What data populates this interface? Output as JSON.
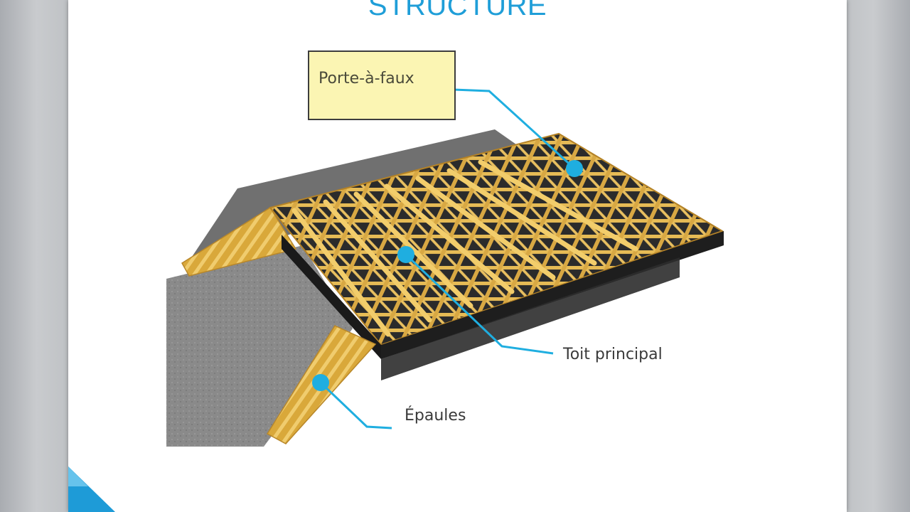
{
  "slide": {
    "title": "STRUCTURE"
  },
  "callouts": {
    "porte_a_faux": "Porte-à-faux",
    "toit_principal": "Toit principal",
    "epaules": "Épaules"
  },
  "colors": {
    "title": "#1f9ed8",
    "callout_line": "#1faee0",
    "callout_box_fill": "#fbf5b3",
    "timber": "#e2b54c",
    "slab": "#8d8d8d",
    "shadow": "#6e6e6e",
    "corner_accent": "#1e9bd7"
  }
}
